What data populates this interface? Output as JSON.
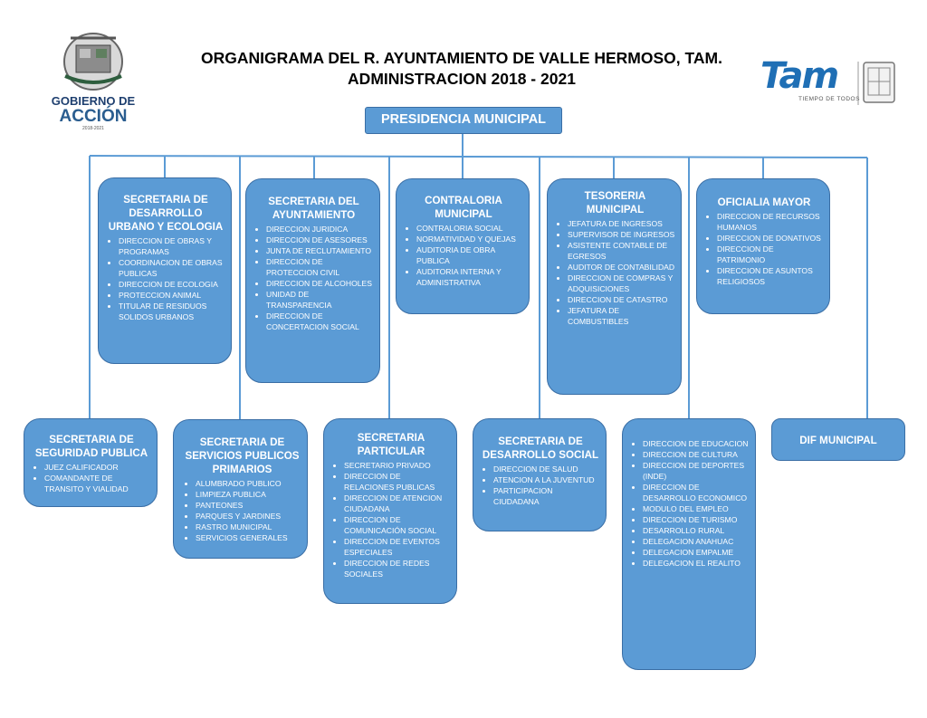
{
  "title": {
    "line1": "ORGANIGRAMA DEL R. AYUNTAMIENTO DE VALLE HERMOSO, TAM.",
    "line2": "ADMINISTRACION 2018 - 2021"
  },
  "logo_left": {
    "line1": "GOBIERNO DE",
    "line2": "ACCIÓN",
    "years": "2018-2021"
  },
  "logo_right": {
    "brand": "Tam",
    "tagline": "TIEMPO DE TODOS"
  },
  "root": "PRESIDENCIA MUNICIPAL",
  "top_row": [
    {
      "title": "SECRETARIA DE DESARROLLO URBANO Y ECOLOGIA",
      "items": [
        "DIRECCION DE OBRAS Y PROGRAMAS",
        "COORDINACION DE OBRAS PUBLICAS",
        "DIRECCION DE ECOLOGIA",
        "PROTECCION ANIMAL",
        "TITULAR DE RESIDUOS SOLIDOS URBANOS"
      ]
    },
    {
      "title": "SECRETARIA DEL AYUNTAMIENTO",
      "items": [
        "DIRECCION JURIDICA",
        "DIRECCION DE ASESORES",
        "JUNTA DE RECLUTAMIENTO",
        "DIRECCION DE PROTECCION CIVIL",
        "DIRECCION DE ALCOHOLES",
        "UNIDAD DE TRANSPARENCIA",
        "DIRECCION DE CONCERTACION SOCIAL"
      ]
    },
    {
      "title": "CONTRALORIA MUNICIPAL",
      "items": [
        "CONTRALORIA SOCIAL",
        "NORMATIVIDAD Y QUEJAS",
        "AUDITORIA DE OBRA PUBLICA",
        "AUDITORIA INTERNA Y ADMINISTRATIVA"
      ]
    },
    {
      "title": "TESORERIA MUNICIPAL",
      "items": [
        "JEFATURA DE INGRESOS",
        "SUPERVISOR DE INGRESOS",
        "ASISTENTE CONTABLE DE EGRESOS",
        "AUDITOR DE CONTABILIDAD",
        "DIRECCION DE COMPRAS Y ADQUISICIONES",
        "DIRECCION DE CATASTRO",
        "JEFATURA DE COMBUSTIBLES"
      ]
    },
    {
      "title": "OFICIALIA MAYOR",
      "items": [
        "DIRECCION DE RECURSOS HUMANOS",
        "DIRECCION DE DONATIVOS",
        "DIRECCION DE PATRIMONIO",
        "DIRECCION DE ASUNTOS RELIGIOSOS"
      ]
    }
  ],
  "bottom_row": [
    {
      "title": "SECRETARIA DE SEGURIDAD PUBLICA",
      "items": [
        "JUEZ CALIFICADOR",
        "COMANDANTE DE TRANSITO Y VIALIDAD"
      ]
    },
    {
      "title": "SECRETARIA DE SERVICIOS PUBLICOS PRIMARIOS",
      "items": [
        "ALUMBRADO PUBLICO",
        "LIMPIEZA PUBLICA",
        "PANTEONES",
        "PARQUES Y JARDINES",
        "RASTRO MUNICIPAL",
        "SERVICIOS GENERALES"
      ]
    },
    {
      "title": "SECRETARIA PARTICULAR",
      "items": [
        "SECRETARIO PRIVADO",
        "DIRECCION DE RELACIONES PUBLICAS",
        "DIRECCION DE ATENCION CIUDADANA",
        "DIRECCION DE COMUNICACIÓN SOCIAL",
        "DIRECCION DE EVENTOS ESPECIALES",
        "DIRECCION DE REDES SOCIALES"
      ]
    },
    {
      "title": "SECRETARIA DE DESARROLLO SOCIAL",
      "items": [
        "DIRECCION DE SALUD",
        "ATENCION A LA JUVENTUD",
        "PARTICIPACION CIUDADANA"
      ]
    },
    {
      "title": "",
      "items": [
        "DIRECCION DE EDUCACION",
        "DIRECCION DE CULTURA",
        "DIRECCION DE DEPORTES (INDE)",
        "DIRECCION DE DESARROLLO ECONOMICO",
        "MODULO DEL EMPLEO",
        "DIRECCION DE TURISMO",
        "DESARROLLO RURAL",
        "DELEGACION ANAHUAC",
        "DELEGACION EMPALME",
        "DELEGACION EL REALITO"
      ]
    },
    {
      "title": "DIF MUNICIPAL",
      "items": []
    }
  ]
}
